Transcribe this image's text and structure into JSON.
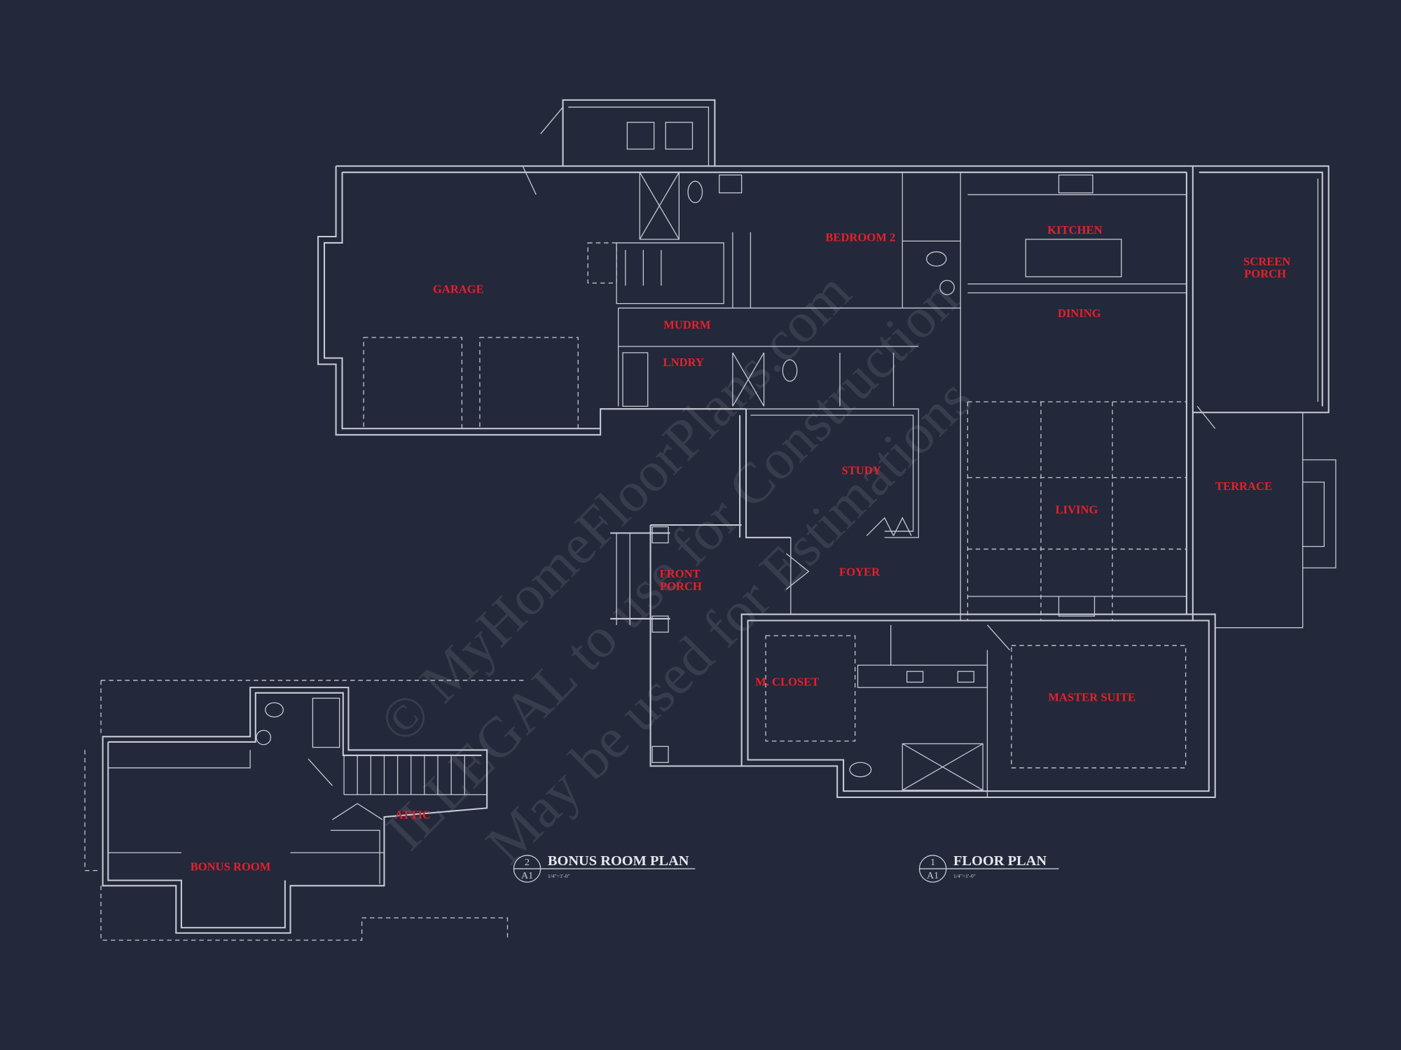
{
  "colors": {
    "background": "#23283a",
    "linework": "#c9ccd6",
    "room_labels": "#e8202a"
  },
  "rooms": {
    "garage": "GARAGE",
    "bedroom2": "BEDROOM 2",
    "kitchen": "KITCHEN",
    "screen_porch_1": "SCREEN",
    "screen_porch_2": "PORCH",
    "mudrm": "MUDRM",
    "lndry": "LNDRY",
    "dining": "DINING",
    "study": "STUDY",
    "terrace": "TERRACE",
    "living": "LIVING",
    "front_porch_1": "FRONT",
    "front_porch_2": "PORCH",
    "foyer": "FOYER",
    "m_closet": "M. CLOSET",
    "master_suite": "MASTER SUITE",
    "attic": "ATTIC",
    "bonus_room": "BONUS ROOM"
  },
  "plans": [
    {
      "number": "2",
      "sheet": "A1",
      "title": "BONUS ROOM PLAN",
      "scale": "1/4\"=1'-0\""
    },
    {
      "number": "1",
      "sheet": "A1",
      "title": "FLOOR PLAN",
      "scale": "1/4\"=1'-0\""
    }
  ],
  "watermark": {
    "line1": "© MyHomeFloorPlans.com",
    "line2": "ILLEGAL to use for Construction",
    "line3": "May be used for Estimations"
  }
}
